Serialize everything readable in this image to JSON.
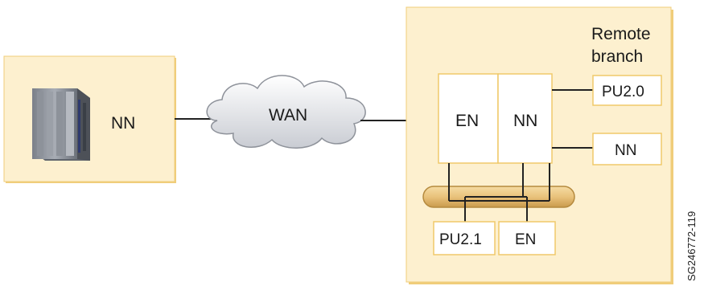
{
  "host": {
    "label": "NN"
  },
  "wan": {
    "label": "WAN"
  },
  "branch": {
    "title_line1": "Remote",
    "title_line2": "branch",
    "en_label": "EN",
    "nn_label": "NN",
    "pu20_label": "PU2.0",
    "nn_right_label": "NN",
    "pu21_label": "PU2.1",
    "en_bottom_label": "EN"
  },
  "figure_id": "SG246772-119",
  "colors": {
    "panel_fill": "#fdf0cf",
    "panel_border": "#f0cd7a",
    "box_fill": "#ffffff",
    "box_border": "#f0c96a",
    "bus_fill": "#e6c07a"
  }
}
